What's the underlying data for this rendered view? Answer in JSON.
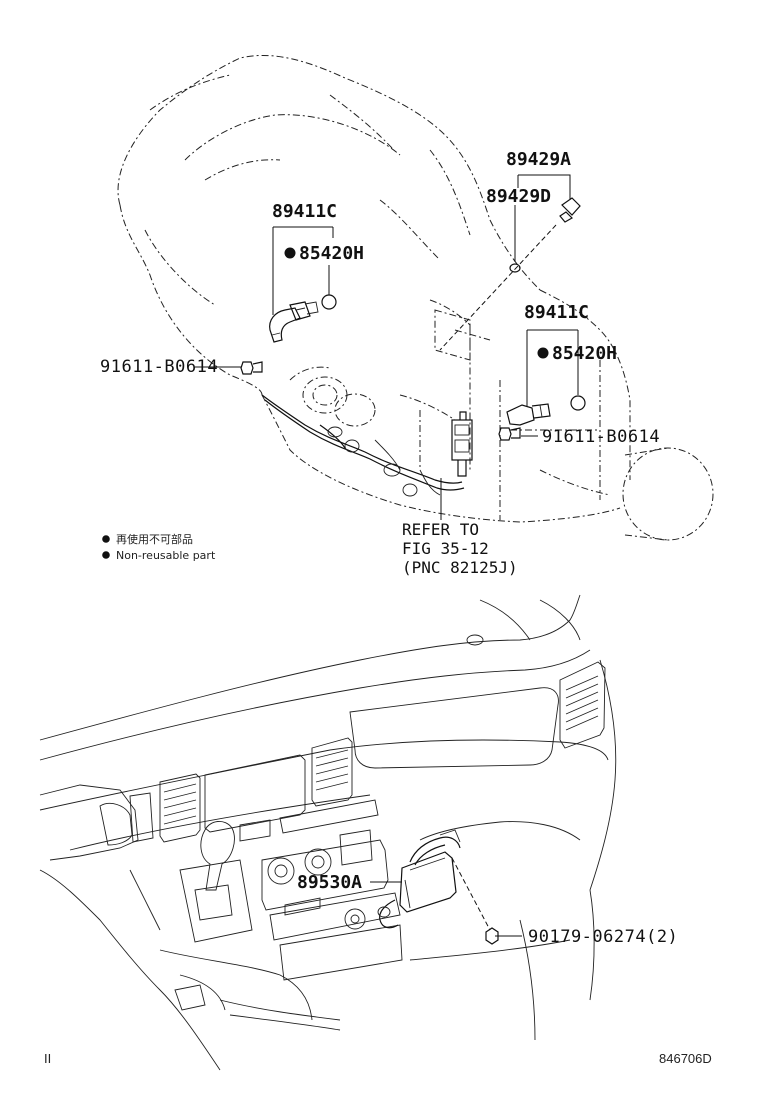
{
  "callouts": {
    "sensor_top": "89429A",
    "sensor_top_sub": "89429D",
    "sensor_left": "89411C",
    "seal_left": "85420H",
    "bolt_left": "91611-B0614",
    "sensor_right": "89411C",
    "seal_right": "85420H",
    "bolt_right": "91611-B0614",
    "ecu": "89530A",
    "nut": "90179-06274(2)"
  },
  "reference": {
    "line1": "REFER TO",
    "line2": "FIG 35-12",
    "line3": "(PNC 82125J)"
  },
  "legend": {
    "ja": "再使用不可部品",
    "en": "Non-reusable part"
  },
  "footer": {
    "left_mark": "II",
    "figure_code": "846706D"
  },
  "colors": {
    "ink": "#111111",
    "background": "#ffffff"
  }
}
